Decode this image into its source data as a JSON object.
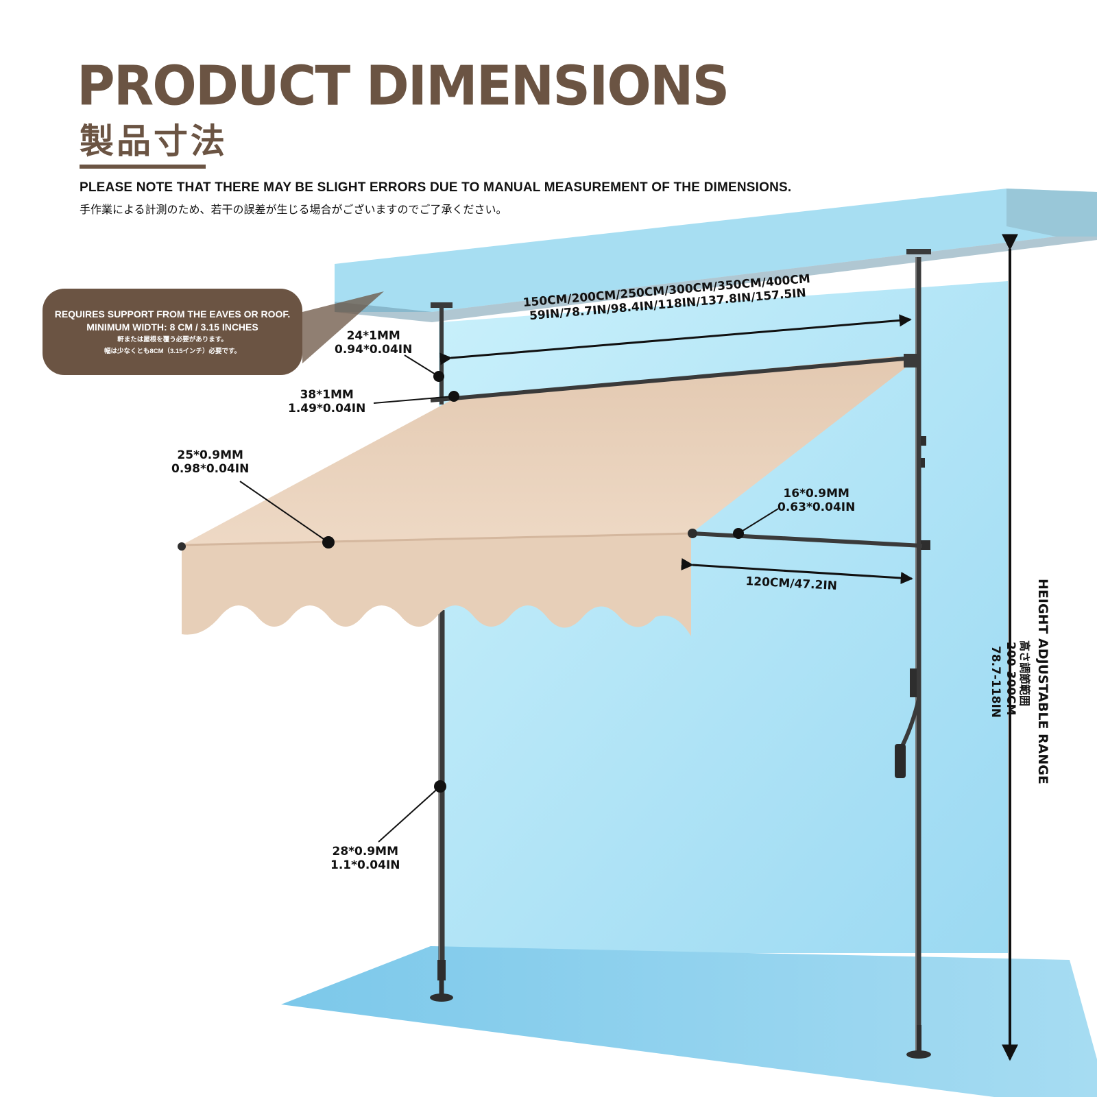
{
  "header": {
    "title": "PRODUCT DIMENSIONS",
    "subtitle_jp": "製品寸法",
    "note_en": "PLEASE NOTE THAT THERE MAY BE SLIGHT ERRORS DUE TO MANUAL MEASUREMENT OF THE DIMENSIONS.",
    "note_jp": "手作業による計測のため、若干の誤差が生じる場合がございますのでご了承ください。"
  },
  "callout": {
    "line1": "REQUIRES SUPPORT FROM THE EAVES OR ROOF.",
    "line2": "MINIMUM WIDTH: 8 CM / 3.15 INCHES",
    "line3": "軒または屋根を覆う必要があります。",
    "line4": "幅は少なくとも8CM（3.15インチ）必要です。"
  },
  "dimensions": {
    "width_cm": "150CM/200CM/250CM/300CM/350CM/400CM",
    "width_in": "59IN/78.7IN/98.4IN/118IN/137.8IN/157.5IN",
    "top_pole_mm": "24*1MM",
    "top_pole_in": "0.94*0.04IN",
    "roller_mm": "38*1MM",
    "roller_in": "1.49*0.04IN",
    "front_bar_mm": "25*0.9MM",
    "front_bar_in": "0.98*0.04IN",
    "arm_mm": "16*0.9MM",
    "arm_in": "0.63*0.04IN",
    "projection": "120CM/47.2IN",
    "pole_mm": "28*0.9MM",
    "pole_in": "1.1*0.04IN",
    "height_en": "HEIGHT ADJUSTABLE RANGE",
    "height_jp": "高さ調節範囲",
    "height_cm": "200-300CM",
    "height_in": "78.7-118IN"
  },
  "colors": {
    "brand_brown": "#6b5443",
    "wall_blue": "#a9e3f6",
    "awning_beige": "#e8cdb5",
    "pole_gray": "#3a3a3a"
  }
}
